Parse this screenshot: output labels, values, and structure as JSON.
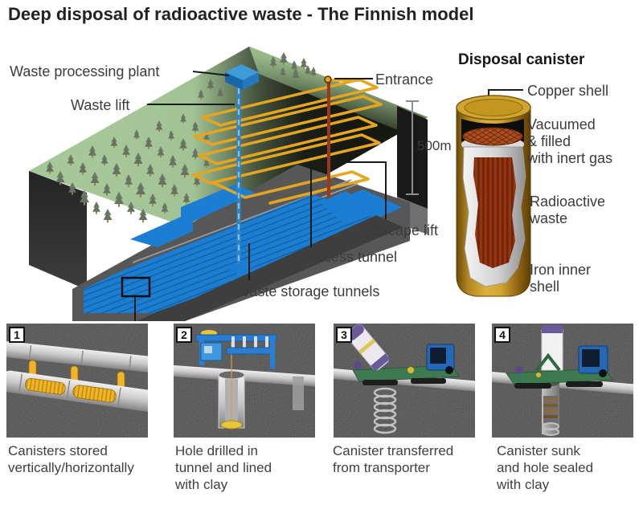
{
  "title": "Deep disposal of radioactive waste - The Finnish model",
  "colors": {
    "surface_green": "#a6c898",
    "tunnel_blue": "#1b7ed2",
    "access_tunnel_orange": "#e6a51e",
    "copper": "#d9a92c",
    "waste_red": "#96340e"
  },
  "site": {
    "labels": {
      "waste_processing_plant": "Waste processing plant",
      "waste_lift": "Waste lift",
      "entrance": "Entrance",
      "depth": "500m",
      "escape_lift": "Escape lift",
      "access_tunnel": "Access tunnel",
      "waste_storage_tunnels": "Waste storage tunnels"
    }
  },
  "canister": {
    "title": "Disposal canister",
    "labels": {
      "copper_shell": "Copper shell",
      "vacuum": "Vacuumed\n& filled\nwith inert gas",
      "radioactive_waste": "Radioactive\nwaste",
      "iron_inner_shell": "Iron inner\nshell"
    }
  },
  "steps": [
    {
      "number": "1",
      "caption": "Canisters stored\nvertically/horizontally"
    },
    {
      "number": "2",
      "caption": "Hole drilled in\ntunnel and lined\nwith clay"
    },
    {
      "number": "3",
      "caption": "Canister transferred\nfrom transporter"
    },
    {
      "number": "4",
      "caption": "Canister sunk\nand hole sealed\nwith clay"
    }
  ]
}
